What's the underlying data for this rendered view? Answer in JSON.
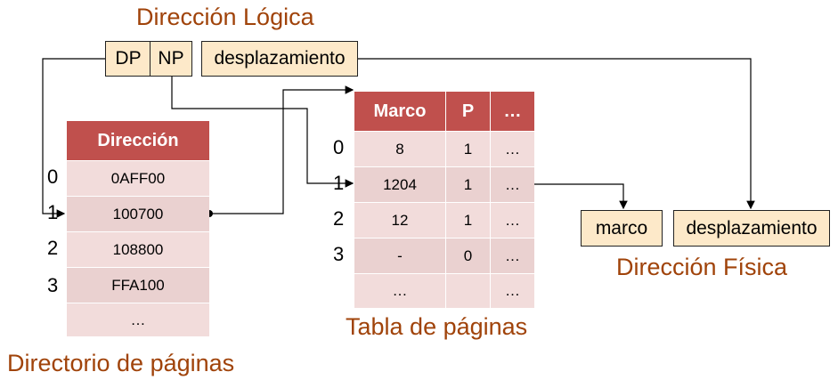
{
  "logical_address": {
    "title": "Dirección Lógica",
    "fields": [
      "DP",
      "NP",
      "desplazamiento"
    ]
  },
  "page_directory": {
    "caption": "Directorio de páginas",
    "header": "Dirección",
    "indices": [
      "0",
      "1",
      "2",
      "3"
    ],
    "rows": [
      "0AFF00",
      "100700",
      "108800",
      "FFA100",
      "…"
    ]
  },
  "page_table": {
    "caption": "Tabla de páginas",
    "headers": [
      "Marco",
      "P",
      "…"
    ],
    "indices": [
      "0",
      "1",
      "2",
      "3"
    ],
    "rows": [
      [
        "8",
        "1",
        "…"
      ],
      [
        "1204",
        "1",
        "…"
      ],
      [
        "12",
        "1",
        "…"
      ],
      [
        "-",
        "0",
        "…"
      ],
      [
        "…",
        "",
        "…"
      ]
    ]
  },
  "physical_address": {
    "title": "Dirección Física",
    "fields": [
      "marco",
      "desplazamiento"
    ]
  },
  "colors": {
    "title_text": "#a0430a",
    "table_header": "#c0504d",
    "table_cell": "#f2dcdb",
    "field_box": "#fde9c9"
  }
}
